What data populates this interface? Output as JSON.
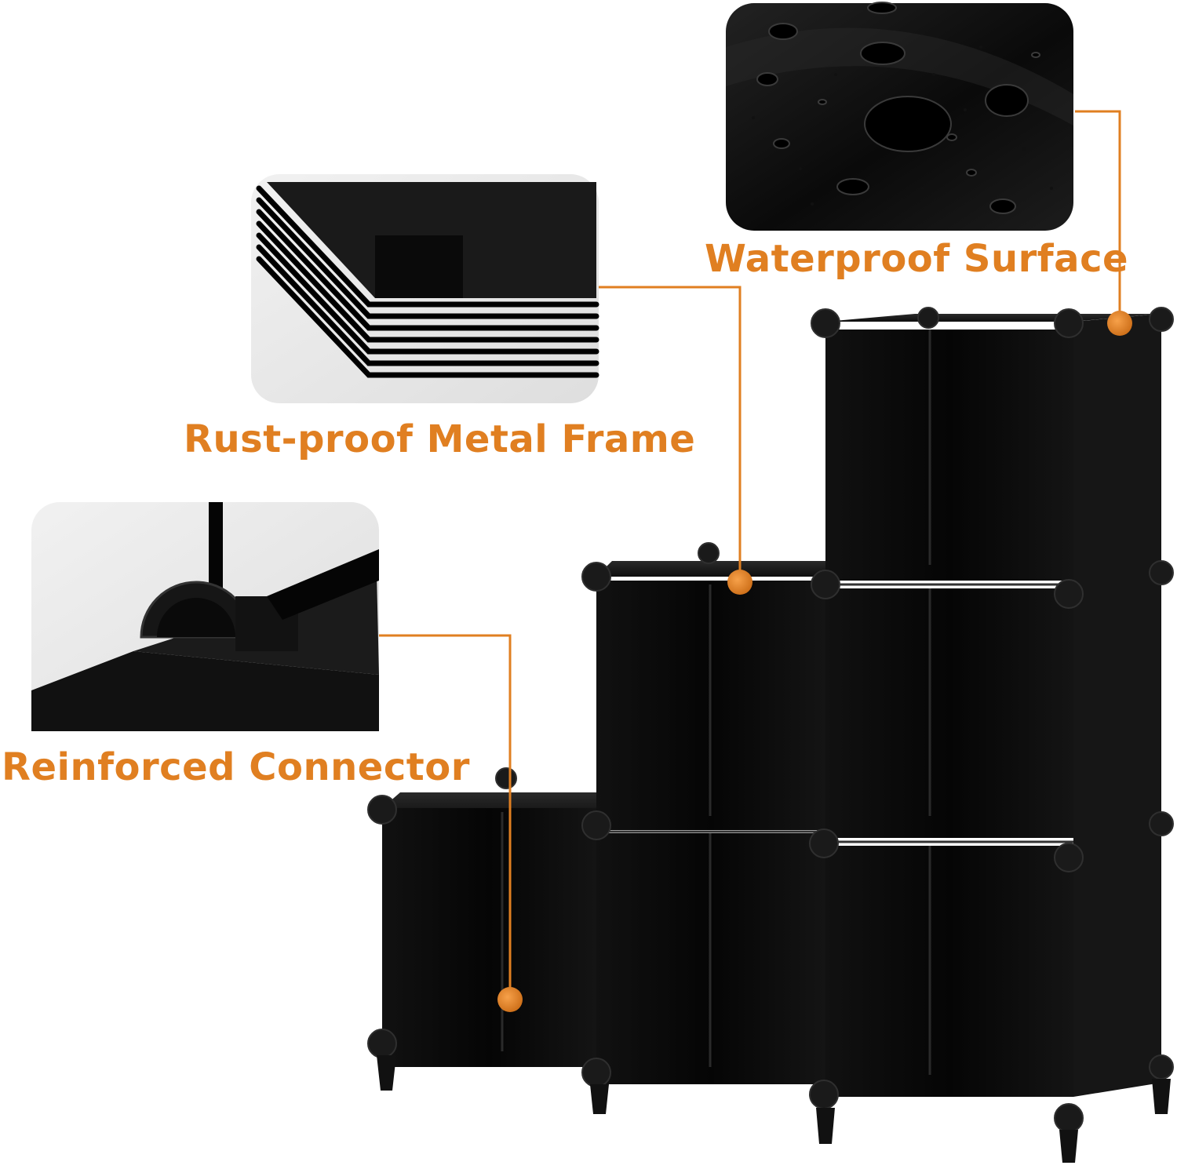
{
  "features": {
    "waterproof": {
      "label": "Waterproof Surface",
      "icon": "water-droplets-closeup"
    },
    "rustproof": {
      "label": "Rust-proof Metal Frame",
      "icon": "stacked-panels-closeup"
    },
    "connector": {
      "label": "Reinforced Connector",
      "icon": "connector-closeup"
    }
  },
  "colors": {
    "accent": "#E07F21",
    "product": "#0c0c0c",
    "background": "#ffffff",
    "inset_light": "#e9e9e9"
  },
  "product": {
    "name": "cube-storage-organizer",
    "color_name": "black",
    "cubes": 6
  }
}
